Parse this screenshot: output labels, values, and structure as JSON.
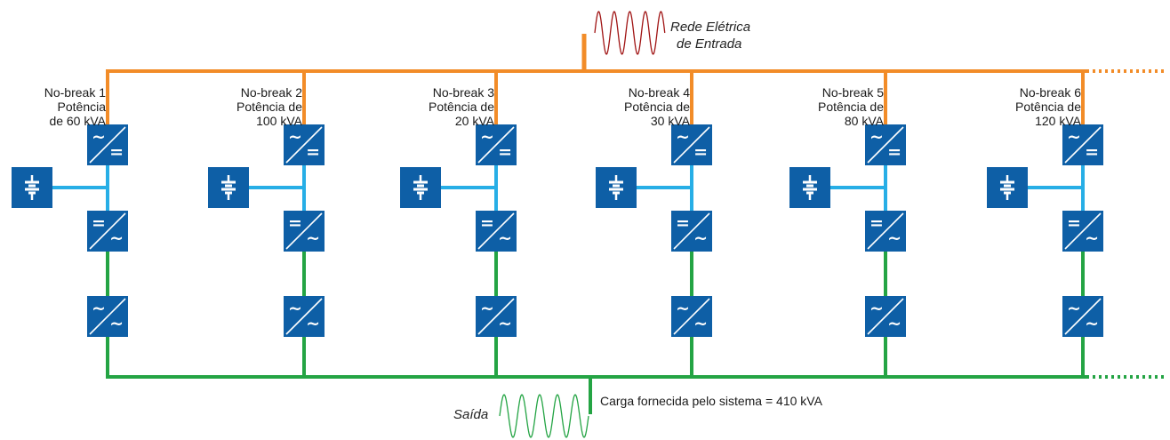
{
  "title": "",
  "input_label": [
    "Rede Elétrica",
    "de Entrada"
  ],
  "output_label": "Saída",
  "load_label": "Carga fornecida pelo sistema = 410 kVA",
  "colors": {
    "input_bus": "#f28c28",
    "dc_link": "#27aee6",
    "output_bus": "#24a444",
    "block": "#0e5fa6",
    "sine_input": "#a01414",
    "sine_output": "#24a444"
  },
  "symbols": {
    "ac": "~",
    "dc": "="
  },
  "icons": [
    "rectifier-icon",
    "inverter-icon",
    "battery-icon",
    "ac-ac-converter-icon"
  ],
  "ups_units": [
    {
      "name": "No-break 1",
      "power_line1": "Potência",
      "power_line2": "de 60 kVA"
    },
    {
      "name": "No-break 2",
      "power_line1": "Potência de",
      "power_line2": "100 kVA"
    },
    {
      "name": "No-break 3",
      "power_line1": "Potência de",
      "power_line2": "20 kVA"
    },
    {
      "name": "No-break 4",
      "power_line1": "Potência de",
      "power_line2": "30 kVA"
    },
    {
      "name": "No-break 5",
      "power_line1": "Potência de",
      "power_line2": "80 kVA"
    },
    {
      "name": "No-break 6",
      "power_line1": "Potência de",
      "power_line2": "120 kVA"
    }
  ]
}
